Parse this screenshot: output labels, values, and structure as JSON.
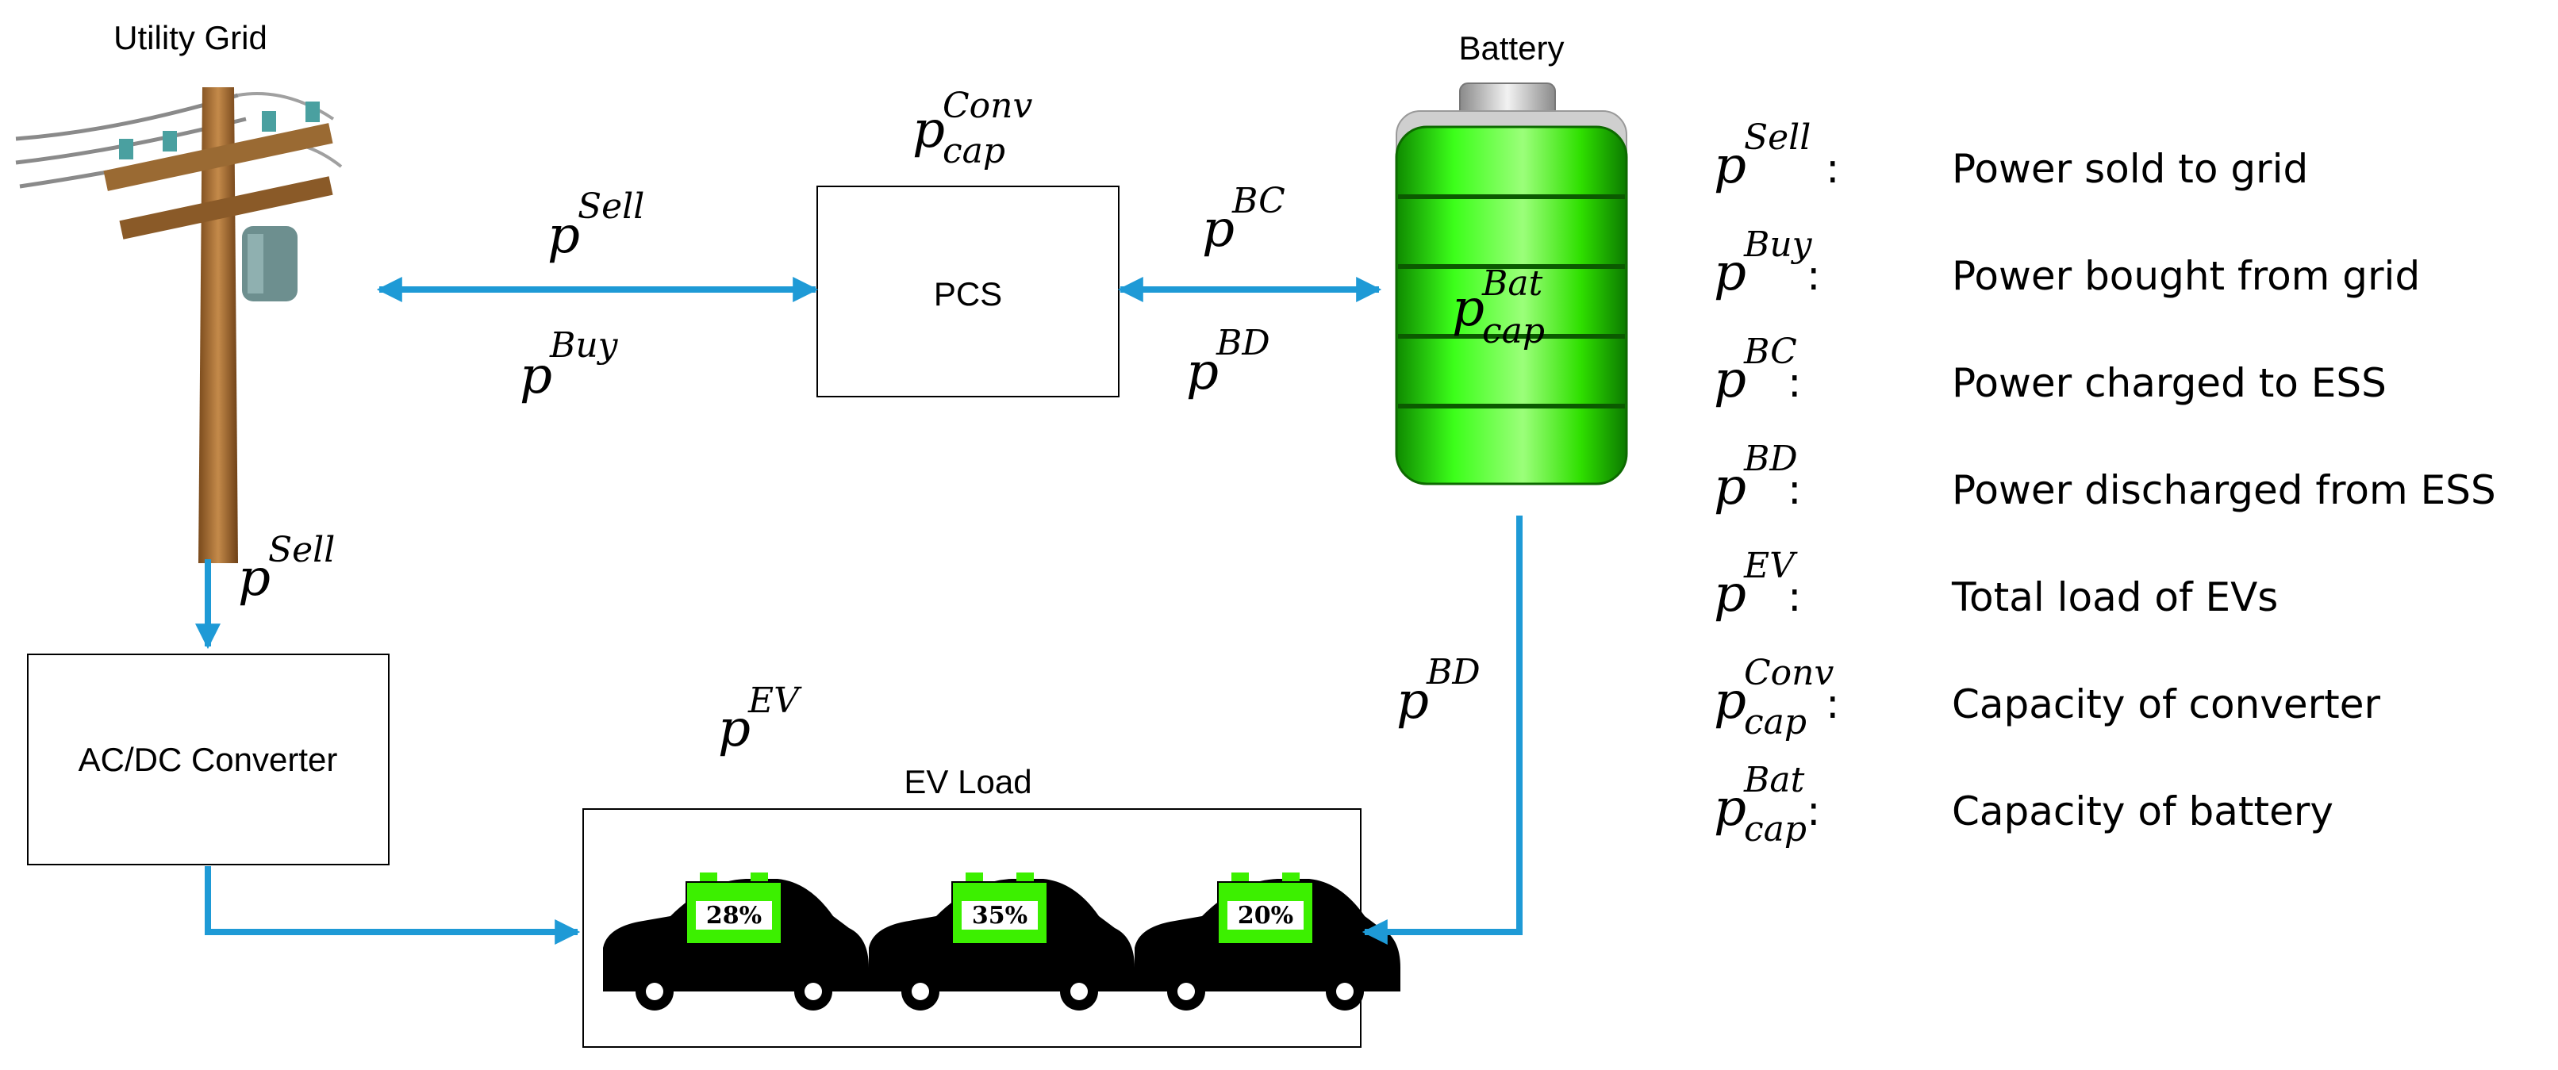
{
  "components": {
    "grid_title": "Utility Grid",
    "battery_title": "Battery",
    "pcs_label": "PCS",
    "converter_label": "AC/DC Converter",
    "ev_load_title": "EV Load"
  },
  "math": {
    "p": "p",
    "sell": "Sell",
    "buy": "Buy",
    "bc": "BC",
    "bd": "BD",
    "ev": "EV",
    "conv": "Conv",
    "bat": "Bat",
    "cap": "cap"
  },
  "cars": [
    {
      "soc": "28%"
    },
    {
      "soc": "35%"
    },
    {
      "soc": "20%"
    }
  ],
  "legend": [
    {
      "sup": "Sell",
      "sub": "",
      "colon": ":",
      "desc": "Power sold to grid"
    },
    {
      "sup": "Buy",
      "sub": "",
      "colon": ":",
      "desc": "Power bought from grid"
    },
    {
      "sup": "BC",
      "sub": "",
      "colon": ":",
      "desc": "Power charged to ESS"
    },
    {
      "sup": "BD",
      "sub": "",
      "colon": ":",
      "desc": "Power discharged from ESS"
    },
    {
      "sup": "EV",
      "sub": "",
      "colon": ":",
      "desc": "Total load of EVs"
    },
    {
      "sup": "Conv",
      "sub": "cap",
      "colon": ":",
      "desc": "Capacity of converter"
    },
    {
      "sup": "Bat",
      "sub": "cap",
      "colon": ":",
      "desc": "Capacity of battery"
    }
  ],
  "colors": {
    "arrow": "#1e9ad6",
    "battery_green": "#22e000",
    "battery_dark": "#139a00",
    "car_body": "#000000",
    "car_battery": "#3cf000",
    "text": "#000000"
  }
}
